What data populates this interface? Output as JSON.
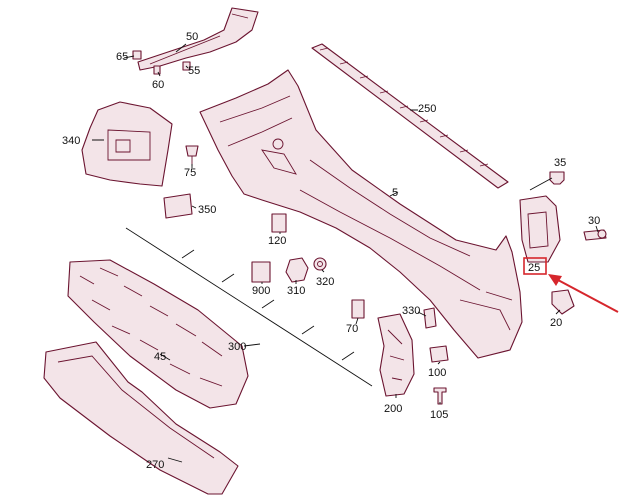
{
  "diagram": {
    "accent_color": "#6b1430",
    "highlight_color": "#d6262c",
    "highlighted_part": "25",
    "callouts": {
      "p5": "5",
      "p20": "20",
      "p25": "25",
      "p30": "30",
      "p35": "35",
      "p45": "45",
      "p50": "50",
      "p55": "55",
      "p60": "60",
      "p65": "65",
      "p70": "70",
      "p75": "75",
      "p100": "100",
      "p105": "105",
      "p120": "120",
      "p200": "200",
      "p250": "250",
      "p270": "270",
      "p300": "300",
      "p310": "310",
      "p320": "320",
      "p330": "330",
      "p340": "340",
      "p350": "350",
      "p900": "900"
    }
  }
}
